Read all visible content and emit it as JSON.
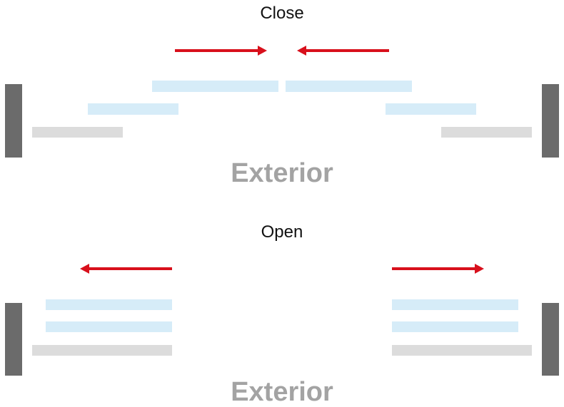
{
  "colors": {
    "post": "#6b6b6b",
    "glass": "#d6ecf8",
    "frame": "#dcdcdc",
    "arrow": "#d8101c",
    "exterior_text": "#a3a3a3"
  },
  "close": {
    "title": "Close",
    "exterior_label": "Exterior"
  },
  "open": {
    "title": "Open",
    "exterior_label": "Exterior"
  }
}
